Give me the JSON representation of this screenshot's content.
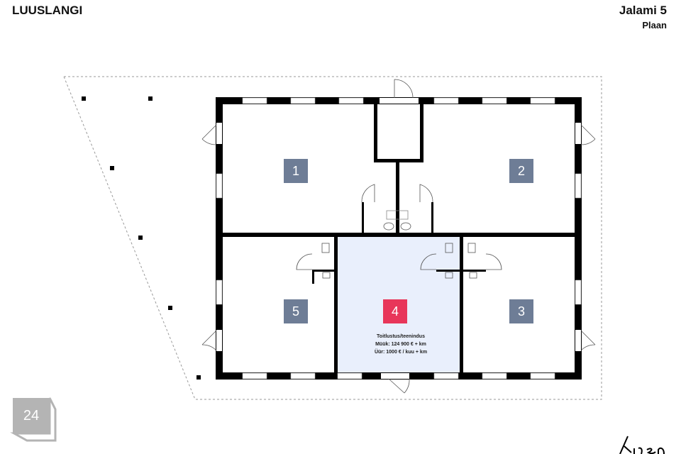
{
  "header": {
    "project": "LUUSLANGI",
    "title": "Jalami 5",
    "subtitle": "Plaan"
  },
  "units": [
    {
      "number": "1"
    },
    {
      "number": "2"
    },
    {
      "number": "3"
    },
    {
      "number": "4",
      "purpose": "Toitlustus/teenindus",
      "sale": "Müük: 124 900 € + km",
      "rent": "Üür: 1000 € / kuu + km"
    },
    {
      "number": "5"
    }
  ],
  "page_number": "24",
  "logo_text": "Kinn",
  "colors": {
    "unit_label": "#6e7d96",
    "highlight_label": "#e8365a",
    "highlight_fill": "#e9effc",
    "page_badge": "#b4b4b4"
  }
}
